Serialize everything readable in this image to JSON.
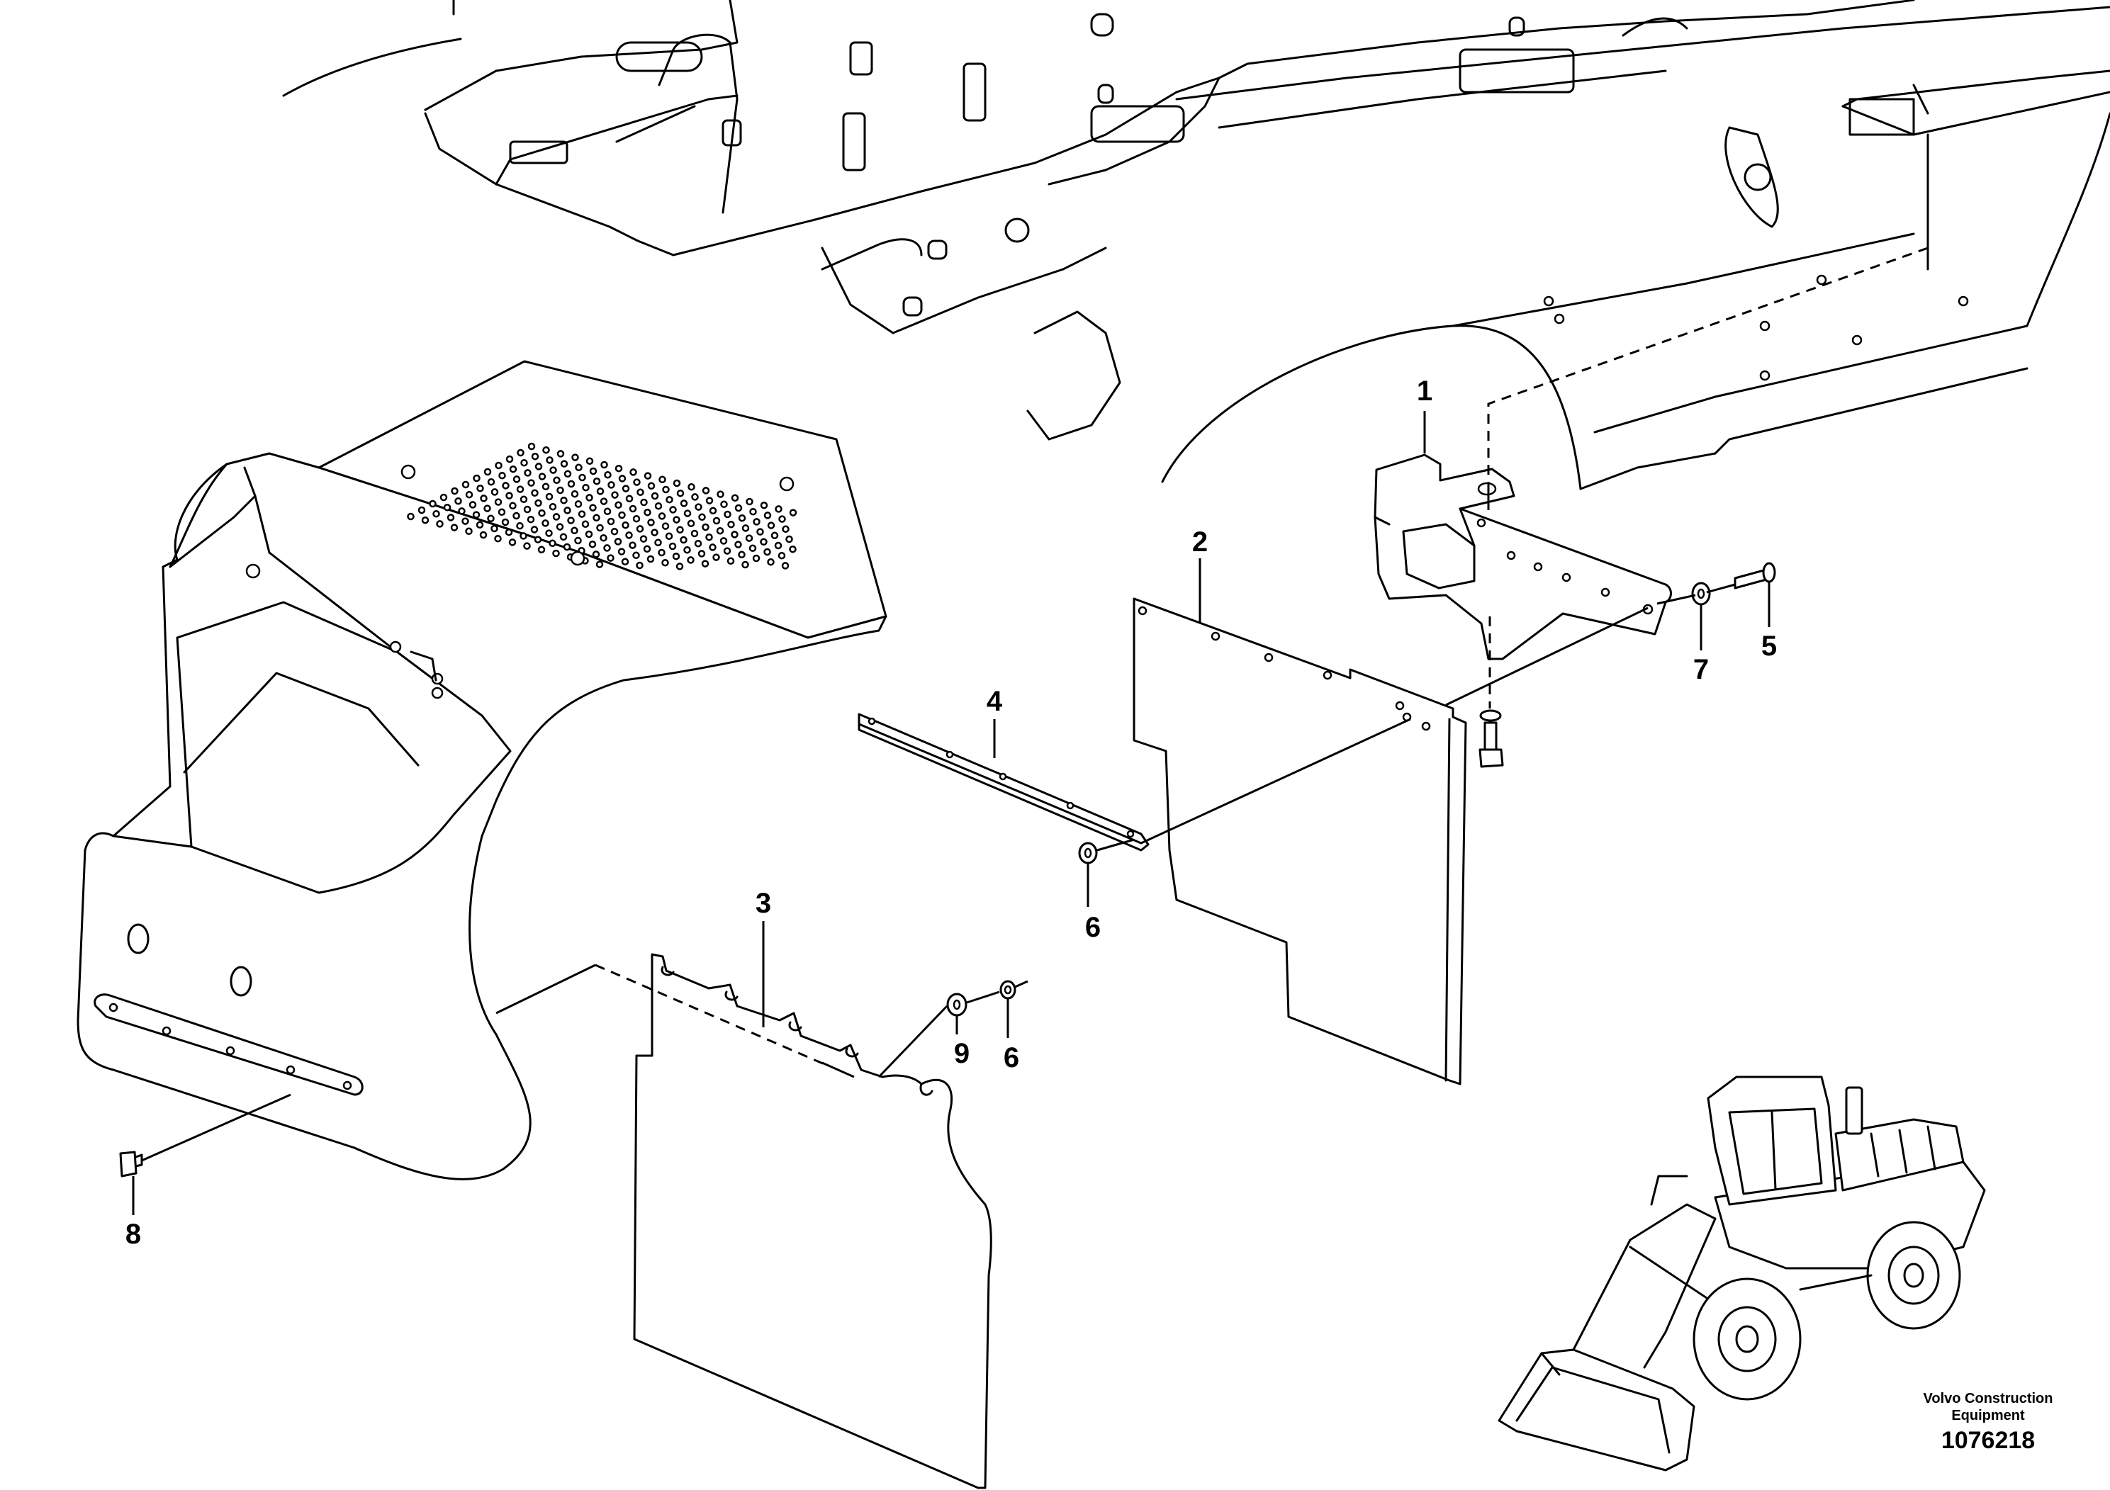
{
  "callouts": {
    "c1": "1",
    "c2": "2",
    "c3": "3",
    "c4": "4",
    "c5": "5",
    "c6a": "6",
    "c6b": "6",
    "c7": "7",
    "c8": "8",
    "c9": "9"
  },
  "brand": {
    "line1": "Volvo Construction",
    "line2": "Equipment"
  },
  "document_number": "1076218"
}
